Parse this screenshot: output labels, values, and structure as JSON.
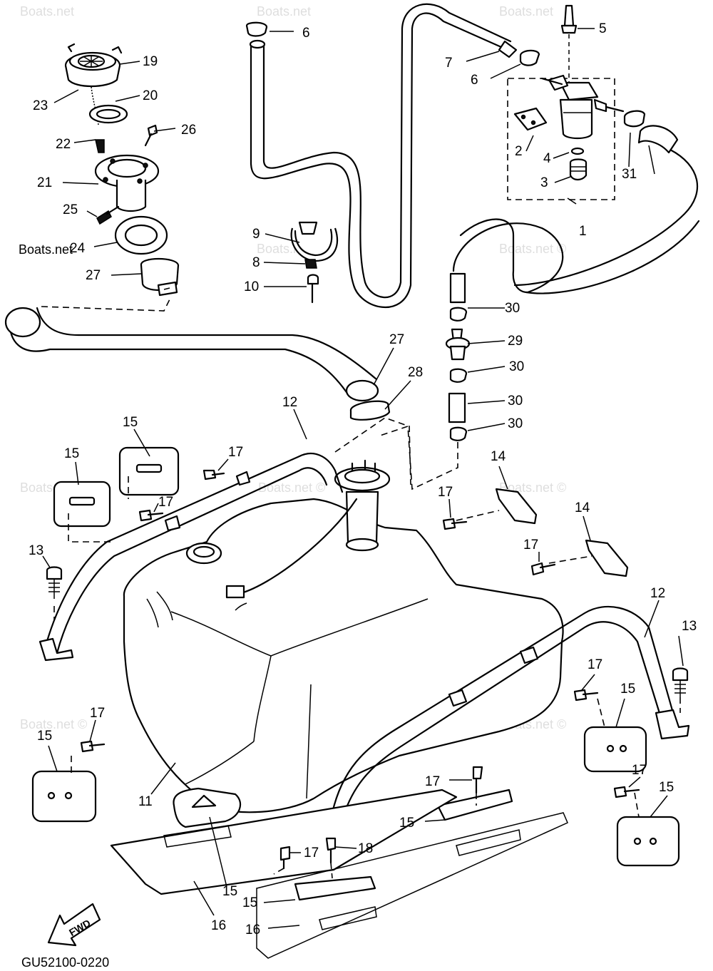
{
  "diagram": {
    "code": "GU52100-0220",
    "watermark": "Boats.net",
    "watermark_full": "Boats.net ©",
    "fwd_label": "FWD"
  },
  "parts": [
    {
      "name": "part-label-1",
      "text": "1"
    },
    {
      "name": "part-label-2",
      "text": "2"
    },
    {
      "name": "part-label-3",
      "text": "3"
    },
    {
      "name": "part-label-4",
      "text": "4"
    },
    {
      "name": "part-label-5",
      "text": "5"
    },
    {
      "name": "part-label-6",
      "text": "6"
    },
    {
      "name": "part-label-6",
      "text": "6"
    },
    {
      "name": "part-label-7",
      "text": "7"
    },
    {
      "name": "part-label-8",
      "text": "8"
    },
    {
      "name": "part-label-9",
      "text": "9"
    },
    {
      "name": "part-label-10",
      "text": "10"
    },
    {
      "name": "part-label-11",
      "text": "11"
    },
    {
      "name": "part-label-12",
      "text": "12"
    },
    {
      "name": "part-label-12",
      "text": "12"
    },
    {
      "name": "part-label-13",
      "text": "13"
    },
    {
      "name": "part-label-13",
      "text": "13"
    },
    {
      "name": "part-label-14",
      "text": "14"
    },
    {
      "name": "part-label-14",
      "text": "14"
    },
    {
      "name": "part-label-15",
      "text": "15"
    },
    {
      "name": "part-label-15",
      "text": "15"
    },
    {
      "name": "part-label-15",
      "text": "15"
    },
    {
      "name": "part-label-15",
      "text": "15"
    },
    {
      "name": "part-label-15",
      "text": "15"
    },
    {
      "name": "part-label-15",
      "text": "15"
    },
    {
      "name": "part-label-15",
      "text": "15"
    },
    {
      "name": "part-label-15",
      "text": "15"
    },
    {
      "name": "part-label-16",
      "text": "16"
    },
    {
      "name": "part-label-16",
      "text": "16"
    },
    {
      "name": "part-label-17",
      "text": "17"
    },
    {
      "name": "part-label-17",
      "text": "17"
    },
    {
      "name": "part-label-17",
      "text": "17"
    },
    {
      "name": "part-label-17",
      "text": "17"
    },
    {
      "name": "part-label-17",
      "text": "17"
    },
    {
      "name": "part-label-17",
      "text": "17"
    },
    {
      "name": "part-label-17",
      "text": "17"
    },
    {
      "name": "part-label-17",
      "text": "17"
    },
    {
      "name": "part-label-17",
      "text": "17"
    },
    {
      "name": "part-label-18",
      "text": "18"
    },
    {
      "name": "part-label-19",
      "text": "19"
    },
    {
      "name": "part-label-20",
      "text": "20"
    },
    {
      "name": "part-label-21",
      "text": "21"
    },
    {
      "name": "part-label-22",
      "text": "22"
    },
    {
      "name": "part-label-23",
      "text": "23"
    },
    {
      "name": "part-label-24",
      "text": "24"
    },
    {
      "name": "part-label-25",
      "text": "25"
    },
    {
      "name": "part-label-26",
      "text": "26"
    },
    {
      "name": "part-label-27",
      "text": "27"
    },
    {
      "name": "part-label-27",
      "text": "27"
    },
    {
      "name": "part-label-28",
      "text": "28"
    },
    {
      "name": "part-label-29",
      "text": "29"
    },
    {
      "name": "part-label-30",
      "text": "30"
    },
    {
      "name": "part-label-30",
      "text": "30"
    },
    {
      "name": "part-label-30",
      "text": "30"
    },
    {
      "name": "part-label-30",
      "text": "30"
    },
    {
      "name": "part-label-31",
      "text": "31"
    }
  ]
}
